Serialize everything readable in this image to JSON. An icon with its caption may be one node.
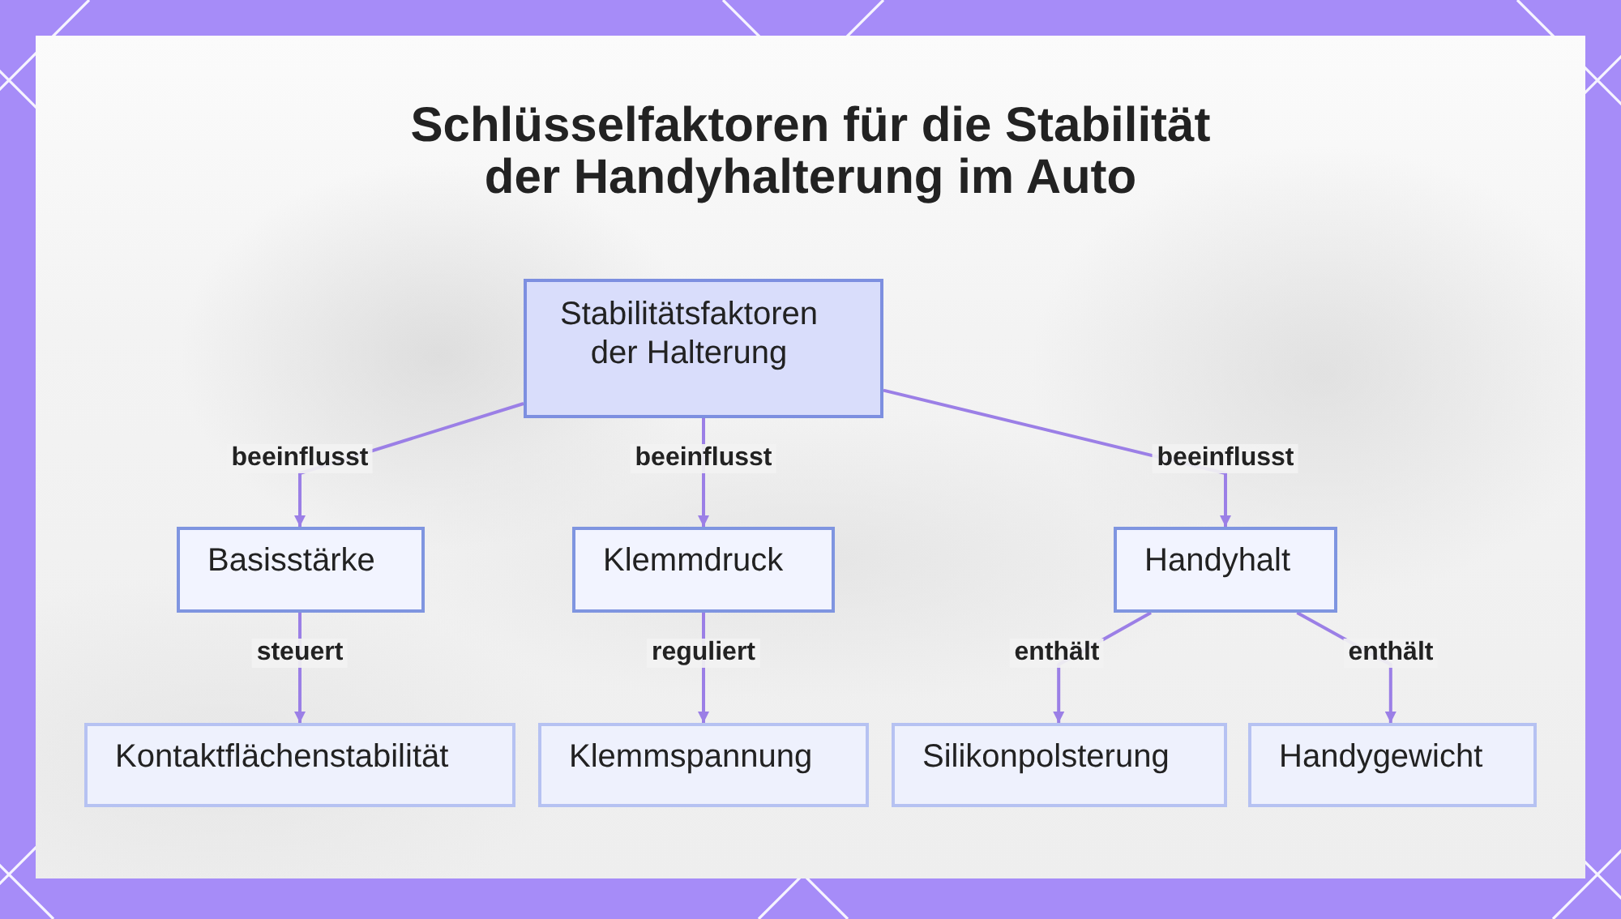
{
  "diagram": {
    "title": "Schlüsselfaktoren für die Stabilität der Handyhalterung im Auto",
    "nodes": [
      {
        "text": [
          "Stabilitätsfaktoren der Halterung"
        ]
      },
      {
        "text": [
          "Basisstärke"
        ]
      },
      {
        "text": [
          "Klemmdruck"
        ]
      },
      {
        "text": [
          "Handyhalt"
        ]
      },
      {
        "text": [
          "Kontaktflächenstabilität"
        ]
      },
      {
        "text": [
          "Klemmspannung"
        ]
      },
      {
        "text": [
          "Silikonpolsterung"
        ]
      },
      {
        "text": [
          "Handygewicht"
        ]
      }
    ],
    "edges": [
      {
        "from": 0,
        "to": 1,
        "arrow": "to",
        "label": "beeinflusst"
      },
      {
        "from": 0,
        "to": 2,
        "arrow": "to",
        "label": "beeinflusst"
      },
      {
        "from": 0,
        "to": 3,
        "arrow": "to",
        "label": "beeinflusst"
      },
      {
        "from": 1,
        "to": 4,
        "arrow": "to",
        "label": "steuert"
      },
      {
        "from": 2,
        "to": 5,
        "arrow": "to",
        "label": "reguliert"
      },
      {
        "from": 3,
        "to": 6,
        "arrow": "to",
        "label": "enthält"
      },
      {
        "from": 3,
        "to": 7,
        "arrow": "to",
        "label": "enthält"
      }
    ]
  }
}
